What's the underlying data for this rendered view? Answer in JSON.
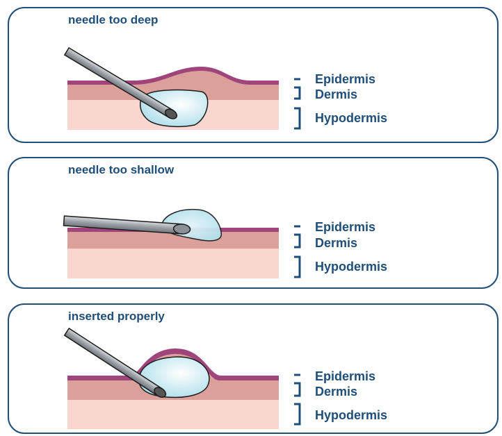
{
  "panels": [
    {
      "title": "needle too deep",
      "state": "deep"
    },
    {
      "title": "needle too shallow",
      "state": "shallow"
    },
    {
      "title": "inserted properly",
      "state": "proper"
    }
  ],
  "labels": {
    "epidermis": "Epidermis",
    "dermis": "Dermis",
    "hypodermis": "Hypodermis"
  },
  "colors": {
    "frame": "#1f4e79",
    "label_text": "#1f4e79",
    "epidermis": "#a0457c",
    "dermis": "#dca09a",
    "hypodermis": "#f9d6d0",
    "fluid": "#c8eaf2",
    "needle": "#9aa0a6"
  }
}
